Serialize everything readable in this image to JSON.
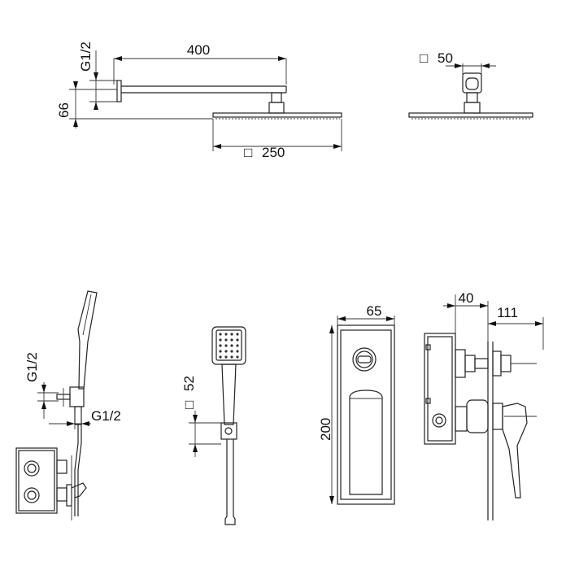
{
  "dimensions": {
    "arm_length": "400",
    "inlet_thread_top": "G1/2",
    "arm_offset": "66",
    "head_size": "250",
    "head_size_prefix": "□",
    "bracket_size": "50",
    "bracket_size_prefix": "□",
    "hand_thread_upper": "G1/2",
    "hand_thread_lower": "G1/2",
    "handshower_head": "52",
    "handshower_head_prefix": "□",
    "plate_width": "65",
    "plate_height": "200",
    "depth_body": "40",
    "depth_total": "111"
  }
}
